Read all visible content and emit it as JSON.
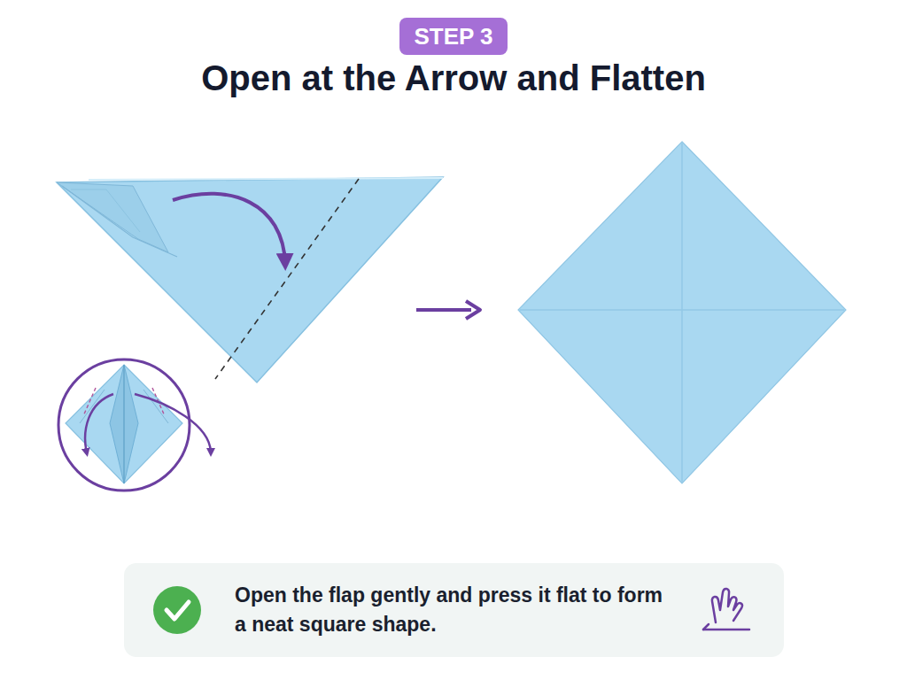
{
  "diagram": {
    "title": "Open at the Arrow and Flatten",
    "nodes": [
      {
        "text": [
          "STEP 3"
        ]
      },
      {
        "text": [
          "Open the flap gently and press it flat to form a neat square shape."
        ]
      }
    ]
  }
}
